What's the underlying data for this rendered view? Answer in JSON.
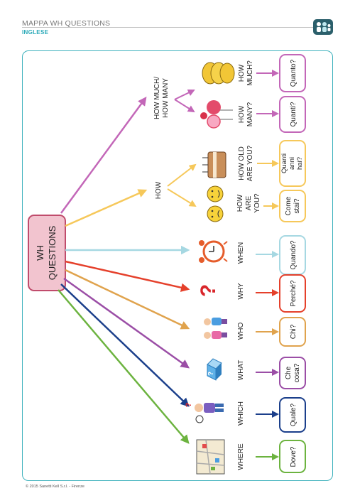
{
  "header": {
    "title": "MAPPA WH QUESTIONS",
    "subtitle": "INGLESE",
    "logo_icon": "people-logo-icon"
  },
  "footer": {
    "copyright": "© 2015 Sanetti Kell S.r.l. - Firenze"
  },
  "colors": {
    "frame": "#3fb2bd",
    "center_fill": "#f2c4cf",
    "center_border": "#c04c6c"
  },
  "center": {
    "line1": "WH",
    "line2": "QUESTIONS"
  },
  "branches": [
    {
      "id": "where",
      "label": "WHERE",
      "translation": [
        "Dove?"
      ],
      "color": "#6cb33f",
      "icon": "map-icon"
    },
    {
      "id": "which",
      "label": "WHICH",
      "translation": [
        "Quale?"
      ],
      "color": "#1b3f8b",
      "icon": "boy-with-ball-icon"
    },
    {
      "id": "what",
      "label": "WHAT",
      "translation": [
        "Che",
        "cosa?"
      ],
      "color": "#9b4ea6",
      "icon": "question-box-icon"
    },
    {
      "id": "who",
      "label": "WHO",
      "translation": [
        "Chi?"
      ],
      "color": "#e0a34d",
      "icon": "kids-icon"
    },
    {
      "id": "why",
      "label": "WHY",
      "translation": [
        "Perché?"
      ],
      "color": "#e5402b",
      "icon": "question-mark-icon"
    },
    {
      "id": "when",
      "label": "WHEN",
      "translation": [
        "Quando?"
      ],
      "color": "#a6d8e2",
      "icon": "alarm-clock-icon"
    },
    {
      "id": "how-are-you",
      "label": [
        "HOW",
        "ARE",
        "YOU?"
      ],
      "translation": [
        "Come",
        "stai?"
      ],
      "color": "#f6c85a",
      "icon": "smiley-faces-icon"
    },
    {
      "id": "how-old",
      "label": [
        "HOW OLD",
        "ARE YOU?"
      ],
      "translation": [
        "Quanti",
        "anni",
        "hai?"
      ],
      "color": "#f6c85a",
      "icon": "birthday-cake-icon"
    },
    {
      "id": "how-many",
      "label": [
        "HOW",
        "MANY?"
      ],
      "translation": [
        "Quanti?"
      ],
      "color": "#c367b8",
      "icon": "lollipops-icon"
    },
    {
      "id": "how-much",
      "label": [
        "HOW",
        "MUCH?"
      ],
      "translation": [
        "Quanto?"
      ],
      "color": "#c367b8",
      "icon": "coins-icon"
    }
  ],
  "groups": {
    "how": {
      "label": "HOW",
      "color": "#f6c85a"
    },
    "how_much_many": {
      "label": [
        "HOW MUCH/",
        "HOW MANY"
      ],
      "color": "#c367b8"
    }
  }
}
